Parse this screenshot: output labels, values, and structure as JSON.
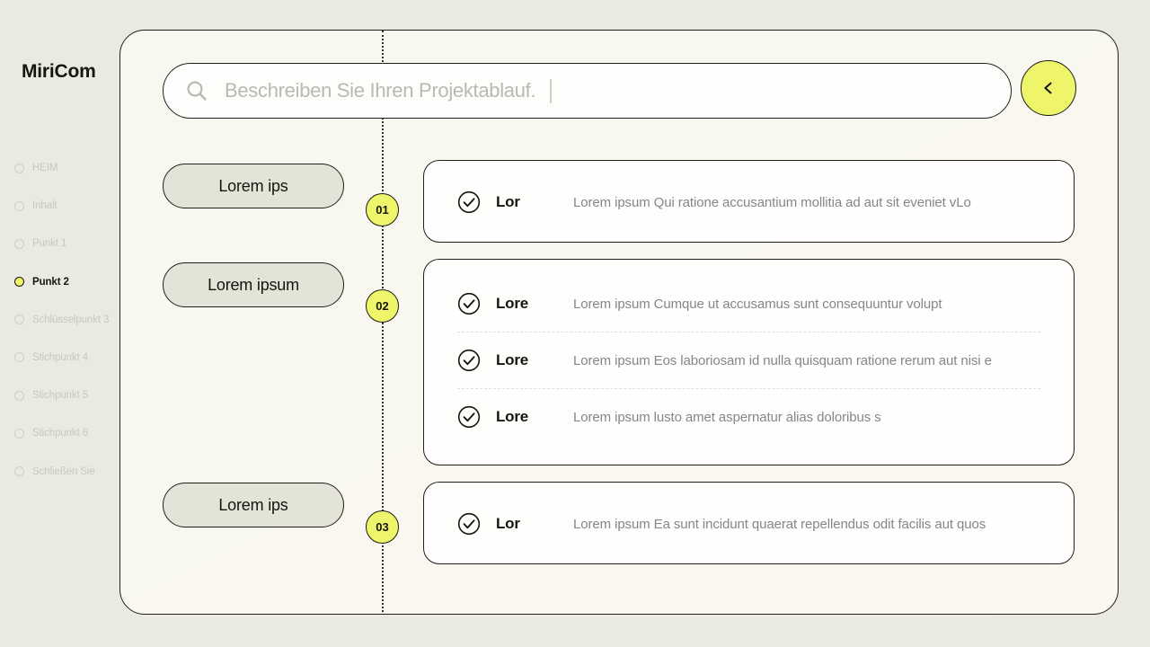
{
  "brand": "MiriCom",
  "sidebar": {
    "items": [
      {
        "label": "HEIM",
        "active": false
      },
      {
        "label": "Inhalt",
        "active": false
      },
      {
        "label": "Punkt 1",
        "active": false
      },
      {
        "label": "Punkt 2",
        "active": true
      },
      {
        "label": "Schlüsselpunkt 3",
        "active": false
      },
      {
        "label": "Stichpunkt 4",
        "active": false
      },
      {
        "label": "Stichpunkt 5",
        "active": false
      },
      {
        "label": "Stichpunkt 6",
        "active": false
      },
      {
        "label": "Schließen Sie",
        "active": false
      }
    ]
  },
  "search": {
    "placeholder": "Beschreiben Sie Ihren Projektablauf.",
    "value": "",
    "icon": "search-icon"
  },
  "back_button": {
    "icon": "chevron-left-icon",
    "label": "<"
  },
  "steps": [
    {
      "number": "01",
      "pill_label": "Lorem ips"
    },
    {
      "number": "02",
      "pill_label": "Lorem ipsum"
    },
    {
      "number": "03",
      "pill_label": "Lorem ips"
    }
  ],
  "cards": [
    {
      "rows": [
        {
          "icon": "check-circle-icon",
          "label": "Lor",
          "text": "Lorem ipsum Qui ratione accusantium mollitia ad aut sit eveniet vLo"
        }
      ]
    },
    {
      "rows": [
        {
          "icon": "check-circle-icon",
          "label": "Lore",
          "text": "Lorem ipsum Cumque ut accusamus sunt consequuntur volupt"
        },
        {
          "icon": "check-circle-icon",
          "label": "Lore",
          "text": "Lorem ipsum Eos laboriosam id nulla quisquam ratione rerum aut nisi e"
        },
        {
          "icon": "check-circle-icon",
          "label": "Lore",
          "text": "Lorem ipsum lusto amet aspernatur alias doloribus s"
        }
      ]
    },
    {
      "rows": [
        {
          "icon": "check-circle-icon",
          "label": "Lor",
          "text": "Lorem ipsum Ea sunt incidunt quaerat repellendus odit facilis aut quos"
        }
      ]
    }
  ],
  "colors": {
    "page_background": "#eaeae2",
    "panel_background": "#f8f7f0",
    "accent_yellow": "#eef56a",
    "pill_grey": "#e3e4d7",
    "ink": "#16150f",
    "muted_text": "#86868a"
  }
}
